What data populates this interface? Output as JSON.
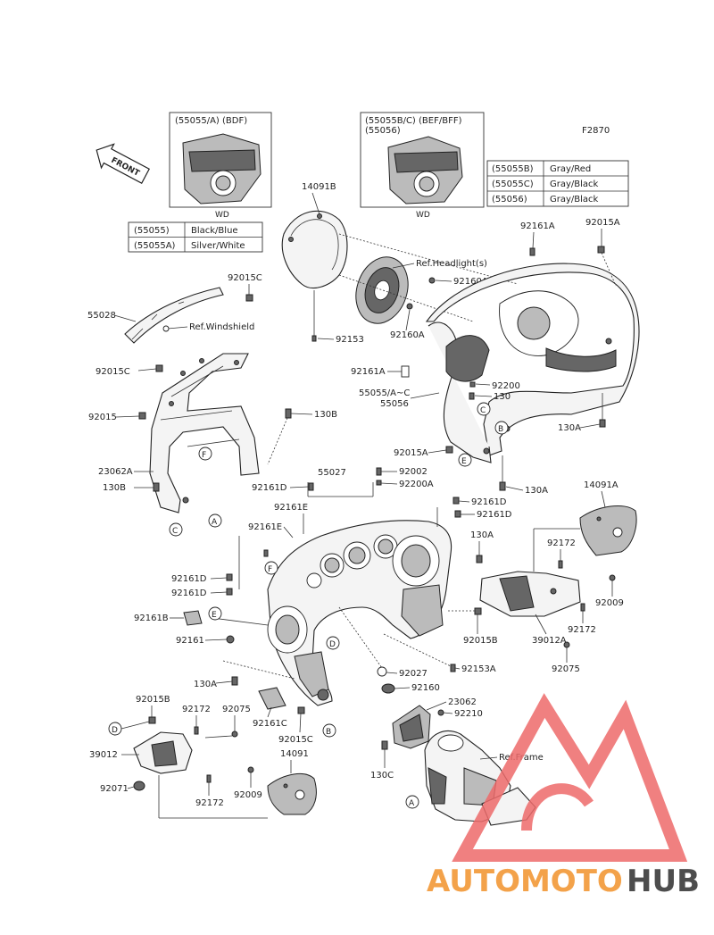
{
  "diagram_code": "F2870",
  "front_label": "FRONT",
  "inset_left": {
    "header": "(55055/A)  (BDF)",
    "caption": "WD"
  },
  "inset_right": {
    "header_line1": "(55055B/C) (BEF/BFF)",
    "header_line2": "(55056)",
    "caption": "WD"
  },
  "color_table_left": [
    {
      "code": "(55055)",
      "color": "Black/Blue"
    },
    {
      "code": "(55055A)",
      "color": "Silver/White"
    }
  ],
  "color_table_right": [
    {
      "code": "(55055B)",
      "color": "Gray/Red"
    },
    {
      "code": "(55055C)",
      "color": "Gray/Black"
    },
    {
      "code": "(55056)",
      "color": "Gray/Black"
    }
  ],
  "references": {
    "headlight": "Ref.Headlight(s)",
    "windshield": "Ref.Windshield",
    "frame": "Ref.Frame"
  },
  "part_labels": {
    "p14091B": "14091B",
    "p92015A_top": "92015A",
    "p92161A_top": "92161A",
    "p92160A_a": "92160A",
    "p92160A_b": "92160A",
    "p92153": "92153",
    "p92161A_mid": "92161A",
    "p92200": "92200",
    "p130_mid": "130",
    "p55055AC": "55055/A~C",
    "p55056": "55056",
    "p130A_right": "130A",
    "p92015A_low": "92015A",
    "p130A_low": "130A",
    "p92015C_top": "92015C",
    "p55028": "55028",
    "p92015C_mid": "92015C",
    "p92015": "92015",
    "p130B_a": "130B",
    "p23062A": "23062A",
    "p130B_b": "130B",
    "p92161D_a": "92161D",
    "p55027": "55027",
    "p92002": "92002",
    "p92200A": "92200A",
    "p92161D_b": "92161D",
    "p92161D_c": "92161D",
    "p92161E_a": "92161E",
    "p92161E_b": "92161E",
    "p130A_c": "130A",
    "p14091A": "14091A",
    "p92172_a": "92172",
    "p92009_a": "92009",
    "p92161D_d": "92161D",
    "p92161D_e": "92161D",
    "p92161B": "92161B",
    "p92161": "92161",
    "p92015B_a": "92015B",
    "p39012A": "39012A",
    "p92172_b": "92172",
    "p92153A": "92153A",
    "p92075_a": "92075",
    "p130A_d": "130A",
    "p92027": "92027",
    "p92160": "92160",
    "p23062": "23062",
    "p92210": "92210",
    "p92015B_b": "92015B",
    "p92172_c": "92172",
    "p92075_b": "92075",
    "p92161C": "92161C",
    "p92015C_low": "92015C",
    "p39012": "39012",
    "p14091": "14091",
    "p130C": "130C",
    "p92071": "92071",
    "p92009_b": "92009",
    "p92172_d": "92172"
  },
  "callouts": {
    "A1": "A",
    "A2": "A",
    "B1": "B",
    "B2": "B",
    "C1": "C",
    "C2": "C",
    "D1": "D",
    "D2": "D",
    "E1": "E",
    "E2": "E",
    "F1": "F",
    "F2": "F"
  },
  "watermark": {
    "text_a": "AUTOMOTO",
    "text_b": "HUB",
    "color_a": "#f3a24a",
    "color_b": "#4d4d4d",
    "logo_color": "#ee6b6b"
  }
}
